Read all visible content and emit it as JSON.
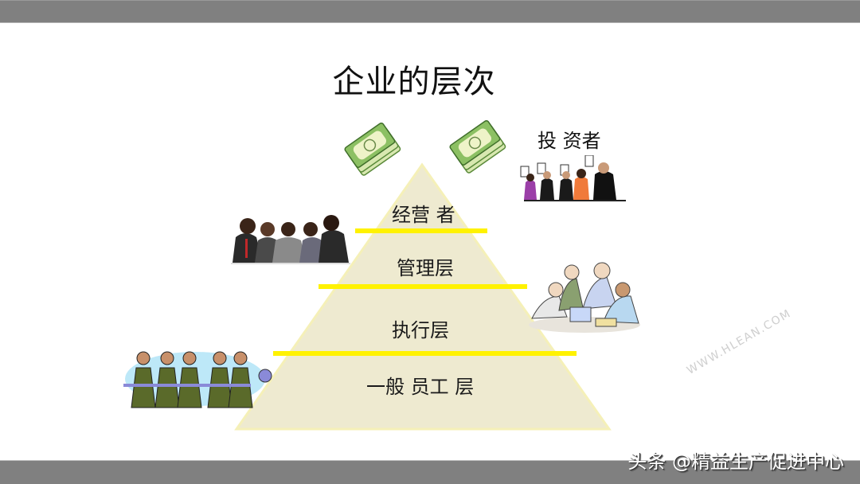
{
  "slide": {
    "title": "企业的层次",
    "investor_label": "投 资者",
    "watermark": "WWW.HLEAN.COM",
    "credit": "头条 @精益生产促进中心"
  },
  "pyramid": {
    "layers": [
      {
        "label": "经营 者",
        "clipart": "business-executives-group"
      },
      {
        "label": "管理层",
        "clipart": "managers-meeting-laptop"
      },
      {
        "label": "执行层",
        "clipart": ""
      },
      {
        "label": "一般 员工 层",
        "clipart": "workers-with-wrenches"
      }
    ],
    "top_clipart": [
      "money-stack",
      "money-stack"
    ],
    "investor_clipart": "investors-holding-cards"
  },
  "colors": {
    "bar": "#808080",
    "pyramid_fill": "#EEEAD0",
    "pyramid_edge": "#F5F0B0",
    "divider": "#FFF200",
    "money_green": "#7DBA5A"
  }
}
